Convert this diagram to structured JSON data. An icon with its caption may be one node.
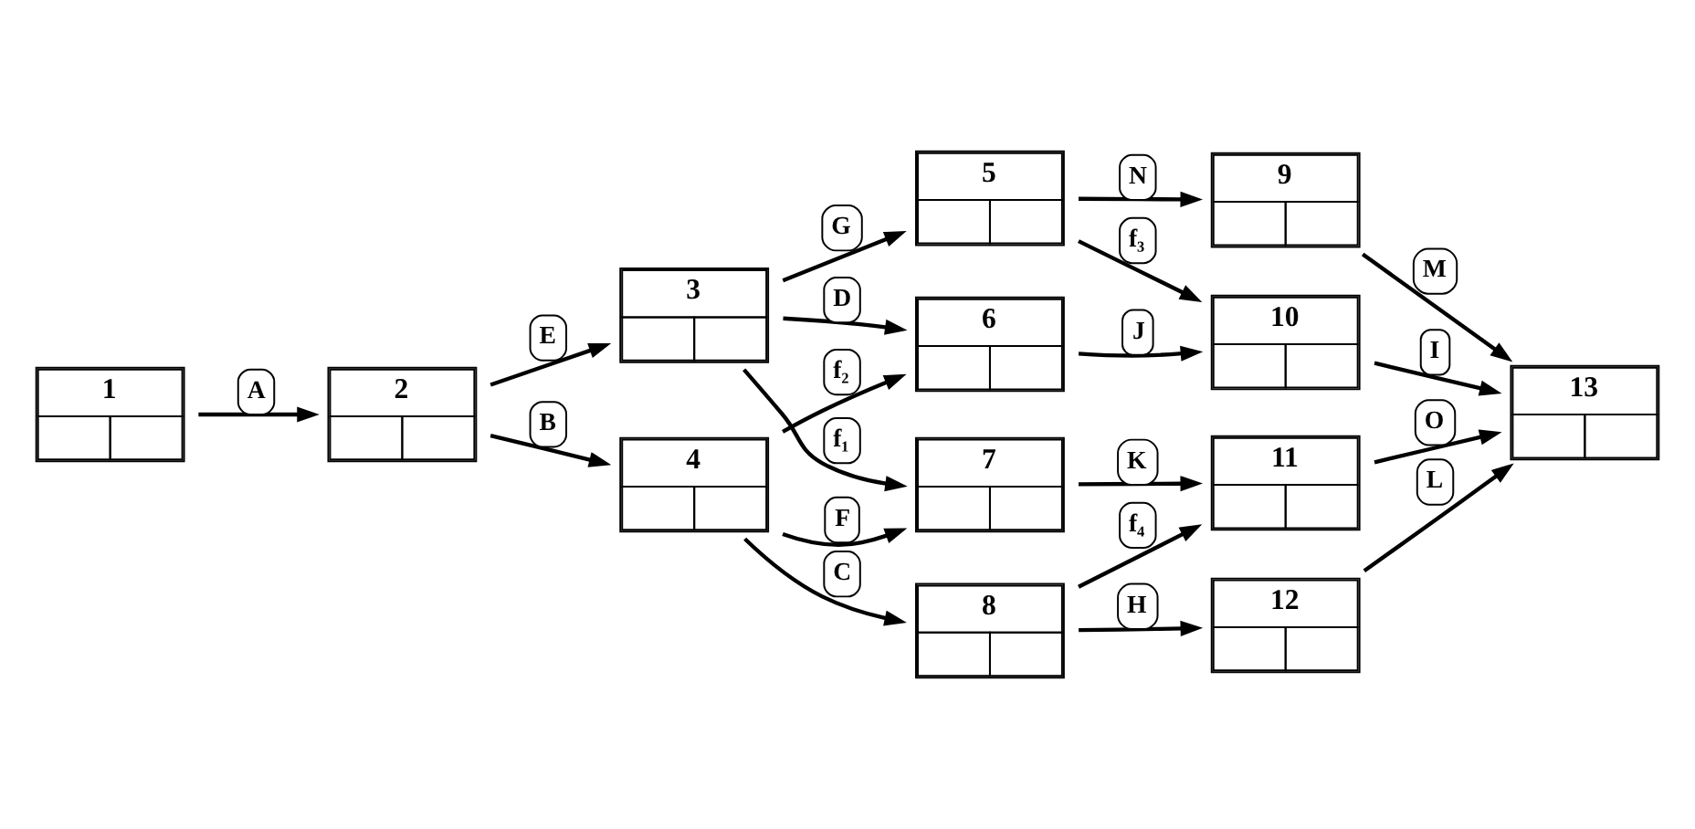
{
  "diagram": {
    "nodes": [
      {
        "text": [
          "1"
        ]
      },
      {
        "text": [
          "2"
        ]
      },
      {
        "text": [
          "3"
        ]
      },
      {
        "text": [
          "4"
        ]
      },
      {
        "text": [
          "5"
        ]
      },
      {
        "text": [
          "6"
        ]
      },
      {
        "text": [
          "7"
        ]
      },
      {
        "text": [
          "8"
        ]
      },
      {
        "text": [
          "9"
        ]
      },
      {
        "text": [
          "10"
        ]
      },
      {
        "text": [
          "11"
        ]
      },
      {
        "text": [
          "12"
        ]
      },
      {
        "text": [
          "13"
        ]
      }
    ],
    "edges": [
      {
        "from": 0,
        "to": 1,
        "arrow": "to",
        "label": "A"
      },
      {
        "from": 1,
        "to": 2,
        "arrow": "to",
        "label": "E"
      },
      {
        "from": 1,
        "to": 3,
        "arrow": "to",
        "label": "B"
      },
      {
        "from": 2,
        "to": 4,
        "arrow": "to",
        "label": "G"
      },
      {
        "from": 2,
        "to": 5,
        "arrow": "to",
        "label": "D"
      },
      {
        "from": 2,
        "to": 6,
        "arrow": "to",
        "label": "f₁"
      },
      {
        "from": 3,
        "to": 5,
        "arrow": "to",
        "label": "f₂"
      },
      {
        "from": 3,
        "to": 6,
        "arrow": "to",
        "label": "F"
      },
      {
        "from": 3,
        "to": 7,
        "arrow": "to",
        "label": "C"
      },
      {
        "from": 4,
        "to": 8,
        "arrow": "to",
        "label": "N"
      },
      {
        "from": 4,
        "to": 9,
        "arrow": "to",
        "label": "f₃"
      },
      {
        "from": 5,
        "to": 9,
        "arrow": "to",
        "label": "J"
      },
      {
        "from": 6,
        "to": 10,
        "arrow": "to",
        "label": "K"
      },
      {
        "from": 7,
        "to": 10,
        "arrow": "to",
        "label": "f₄"
      },
      {
        "from": 7,
        "to": 11,
        "arrow": "to",
        "label": "H"
      },
      {
        "from": 8,
        "to": 12,
        "arrow": "to",
        "label": "M"
      },
      {
        "from": 9,
        "to": 12,
        "arrow": "to",
        "label": "I"
      },
      {
        "from": 10,
        "to": 12,
        "arrow": "to",
        "label": "O"
      },
      {
        "from": 11,
        "to": 12,
        "arrow": "to",
        "label": "L"
      }
    ]
  }
}
